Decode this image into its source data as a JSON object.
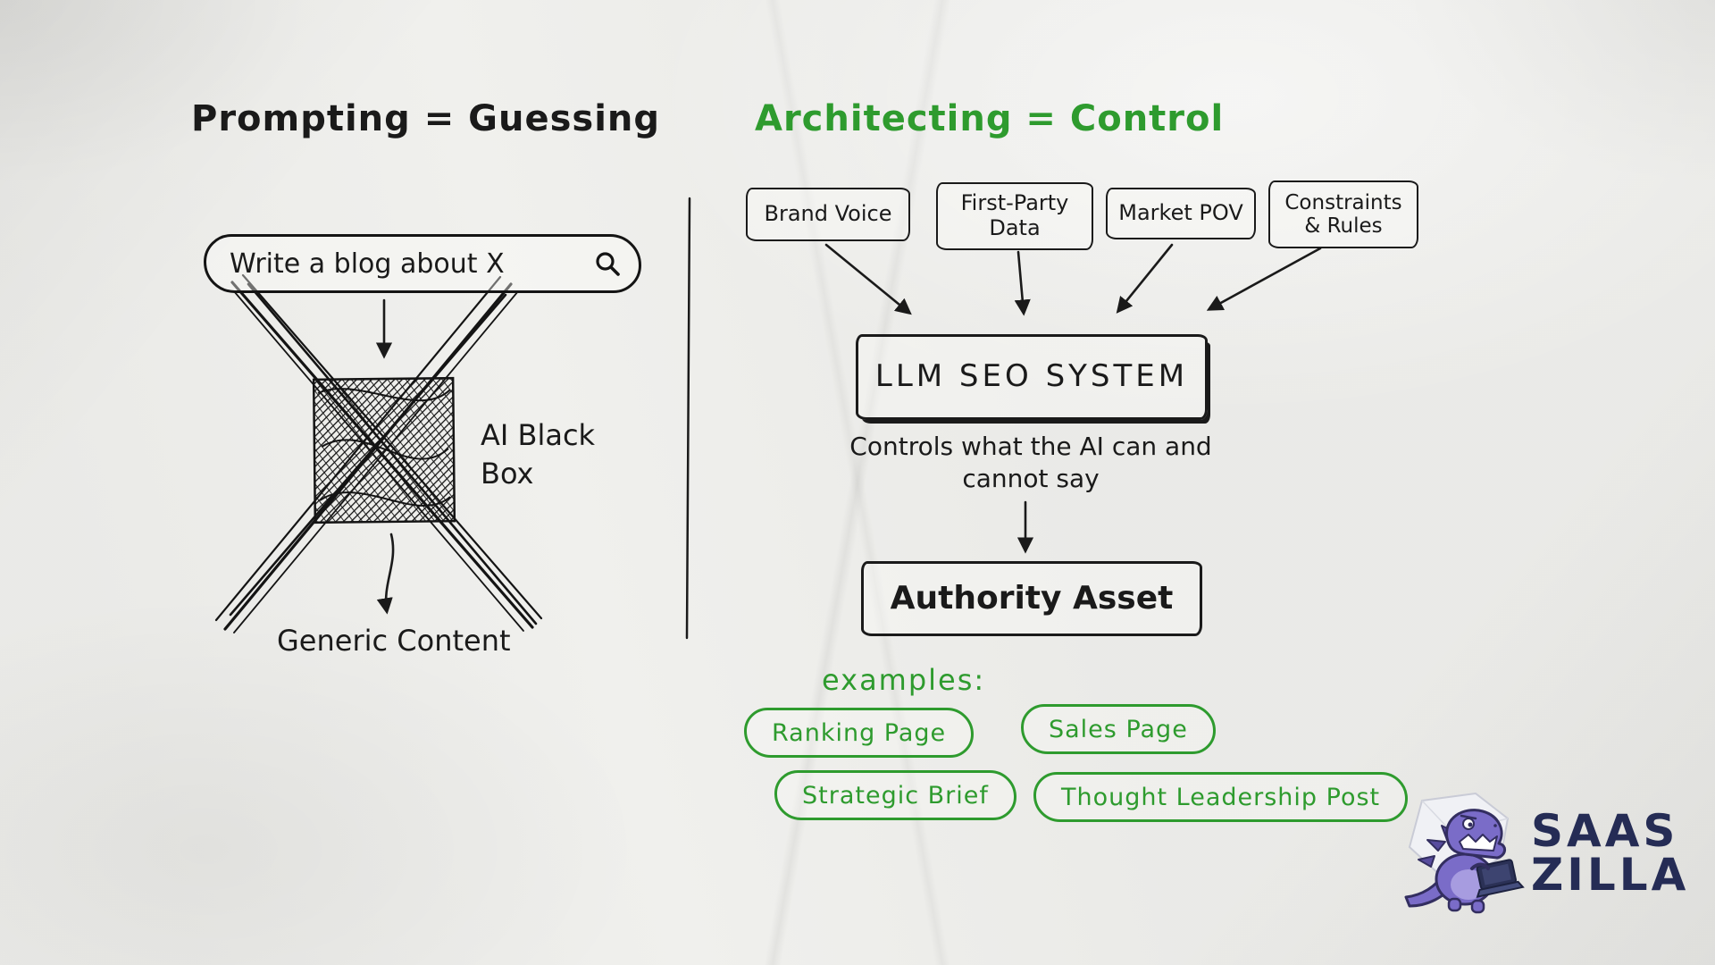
{
  "left": {
    "title": "Prompting = Guessing",
    "prompt_pill": "Write a blog about X",
    "search_icon": "magnifier",
    "black_box_label": "AI Black Box",
    "output_label": "Generic Content"
  },
  "right": {
    "title": "Architecting = Control",
    "inputs": [
      "Brand Voice",
      "First-Party Data",
      "Market POV",
      "Constraints & Rules"
    ],
    "system_box": "LLM SEO SYSTEM",
    "system_caption": "Controls what the AI can and cannot say",
    "output_box": "Authority Asset",
    "examples_label": "examples:",
    "examples": [
      "Ranking Page",
      "Sales Page",
      "Strategic Brief",
      "Thought Leadership Post"
    ]
  },
  "logo": {
    "line1": "SAAS",
    "line2": "ZILLA"
  },
  "colors": {
    "accent_green": "#2e9b2e",
    "ink": "#1a1a1a",
    "logo_navy": "#252c55",
    "mascot_purple": "#7a6cc8"
  }
}
